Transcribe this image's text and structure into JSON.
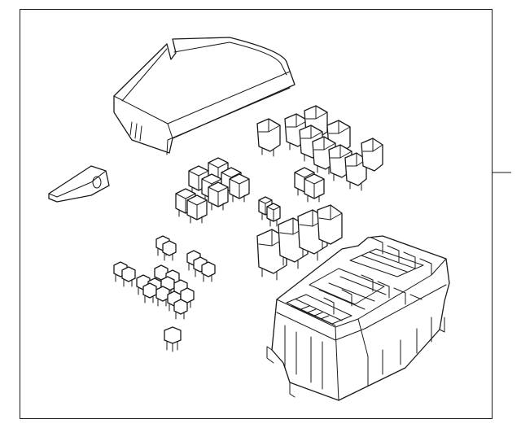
{
  "diagram": {
    "parts": [
      {
        "name": "fuse-box-cover",
        "icon": "cover-icon"
      },
      {
        "name": "cover-lock-tool",
        "icon": "fuse-puller-icon"
      },
      {
        "name": "relay-set",
        "icon": "relay-icon"
      },
      {
        "name": "mini-fuse-set",
        "icon": "fuse-icon"
      },
      {
        "name": "fuse-box-housing",
        "icon": "housing-icon"
      }
    ],
    "colors": {
      "line": "#1a1a1a",
      "background": "#ffffff"
    }
  }
}
